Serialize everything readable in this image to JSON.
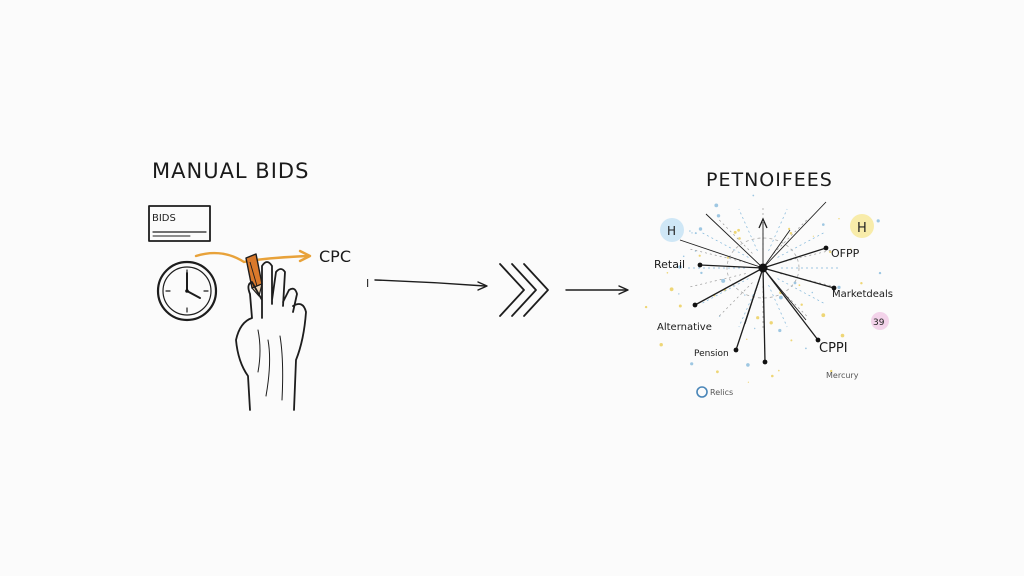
{
  "left": {
    "title": "MANUAL BIDS",
    "card_label": "BIDS",
    "cpc_label": "CPC",
    "first_arrow_mark": "I"
  },
  "right": {
    "title": "PETNOIFEES",
    "nodes": [
      "Retail",
      "OFPP",
      "Marketdeals",
      "Alternative",
      "Pension",
      "CPPI",
      "Mercury",
      "Relics"
    ],
    "icon_labels": [
      "H",
      "H",
      "39"
    ]
  },
  "colors": {
    "ink": "#1d1d1d",
    "accent_orange": "#e8a23a",
    "pencil_orange": "#d9792b",
    "badge_blue": "#cfe7f6",
    "badge_yellow": "#f8ecaa",
    "badge_pink": "#f3d3ea",
    "spark_blue": "#7fb5d9",
    "spark_yellow": "#e9c94a"
  },
  "icons": [
    "clock-icon",
    "pencil-icon",
    "hand-icon",
    "chevrons-icon",
    "bid-card-icon",
    "network-hub-icon",
    "blue-badge-icon",
    "yellow-badge-icon",
    "pink-badge-icon",
    "circle-icon"
  ]
}
